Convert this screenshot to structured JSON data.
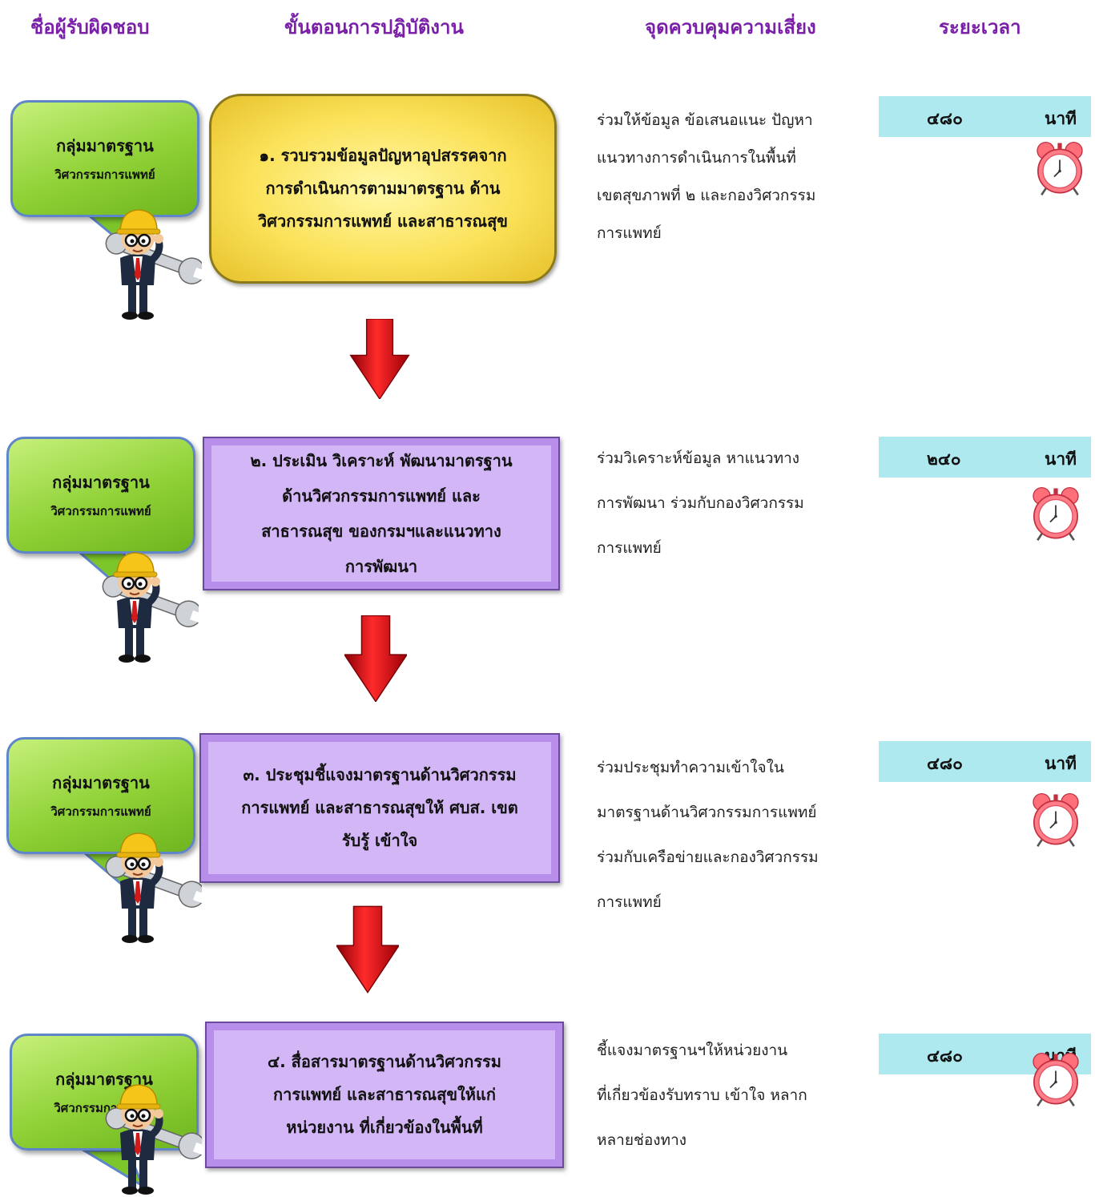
{
  "headers": {
    "responsible": "ชื่อผู้รับผิดชอบ",
    "procedure": "ขั้นตอนการปฏิบัติงาน",
    "risk_control": "จุดควบคุมความเสี่ยง",
    "duration": "ระยะเวลา"
  },
  "steps": [
    {
      "responsible": {
        "line1": "กลุ่มมาตรฐาน",
        "line2": "วิศวกรรมการแพทย์"
      },
      "step_lines": [
        "๑. รวบรวมข้อมูลปัญหาอุปสรรคจาก",
        "การดำเนินการตามมาตรฐาน ด้าน",
        "วิศวกรรมการแพทย์ และสาธารณสุข"
      ],
      "risk_lines": [
        "ร่วมให้ข้อมูล ข้อเสนอแนะ ปัญหา",
        "แนวทางการดำเนินการในพื้นที่",
        "เขตสุขภาพที่ ๒ และกองวิศวกรรม",
        "การแพทย์"
      ],
      "duration": {
        "value": "๔๘๐",
        "unit": "นาที"
      }
    },
    {
      "responsible": {
        "line1": "กลุ่มมาตรฐาน",
        "line2": "วิศวกรรมการแพทย์"
      },
      "step_lines": [
        "๒. ประเมิน วิเคราะห์ พัฒนามาตรฐาน",
        "ด้านวิศวกรรมการแพทย์ และ",
        "สาธารณสุข ของกรมฯและแนวทาง",
        "การพัฒนา"
      ],
      "risk_lines": [
        "ร่วมวิเคราะห์ข้อมูล หาแนวทาง",
        "การพัฒนา ร่วมกับกองวิศวกรรม",
        "การแพทย์"
      ],
      "duration": {
        "value": "๒๔๐",
        "unit": "นาที"
      }
    },
    {
      "responsible": {
        "line1": "กลุ่มมาตรฐาน",
        "line2": "วิศวกรรมการแพทย์"
      },
      "step_lines": [
        "๓. ประชุมชี้แจงมาตรฐานด้านวิศวกรรม",
        "การแพทย์ และสาธารณสุขให้ ศบส. เขต",
        "รับรู้ เข้าใจ"
      ],
      "risk_lines": [
        "ร่วมประชุมทำความเข้าใจใน",
        "มาตรฐานด้านวิศวกรรมการแพทย์",
        "ร่วมกับเครือข่ายและกองวิศวกรรม",
        "การแพทย์"
      ],
      "duration": {
        "value": "๔๘๐",
        "unit": "นาที"
      }
    },
    {
      "responsible": {
        "line1": "กลุ่มมาตรฐาน",
        "line2": "วิศวกรรมการแพทย์"
      },
      "step_lines": [
        "๔. สื่อสารมาตรฐานด้านวิศวกรรม",
        "การแพทย์ และสาธารณสุขให้แก่",
        "หน่วยงาน ที่เกี่ยวข้องในพื้นที่"
      ],
      "risk_lines": [
        "ชี้แจงมาตรฐานฯให้หน่วยงาน",
        "ที่เกี่ยวข้องรับทราบ เข้าใจ หลาก",
        "หลายช่องทาง"
      ],
      "duration": {
        "value": "๔๘๐",
        "unit": "นาที"
      }
    }
  ],
  "colors": {
    "header_text": "#7a1fa8",
    "bubble_green": "#8fd136",
    "step1_yellow": "#fbe25a",
    "step_purple": "#d3b6f6",
    "arrow_red": "#e0000f",
    "time_bar": "#aee9ef"
  },
  "icons": [
    "engineer-with-wrench-icon",
    "alarm-clock-icon",
    "down-arrow-icon"
  ]
}
